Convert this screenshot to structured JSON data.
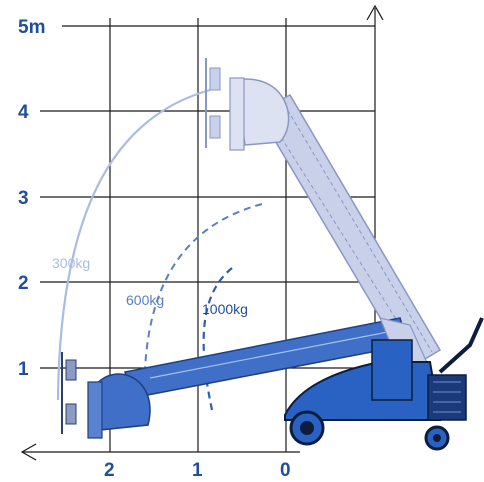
{
  "colors": {
    "grid": "#1a1a1a",
    "axis_text": "#1f4f9a",
    "curve_300": "#a9bde0",
    "curve_600": "#5b7fc4",
    "curve_1000": "#2e5fae",
    "boom_raised": "#c8d0ea",
    "boom_lowered": "#3f6fc6",
    "machine_body": "#2a62c4",
    "machine_dark": "#0d1e3d"
  },
  "axes": {
    "y_labels": [
      "5m",
      "4",
      "3",
      "2",
      "1"
    ],
    "x_labels": [
      "2",
      "1",
      "0"
    ]
  },
  "load_curves": [
    {
      "label": "300kg",
      "style": "solid"
    },
    {
      "label": "600kg",
      "style": "dashed"
    },
    {
      "label": "1000kg",
      "style": "dashed"
    }
  ],
  "icons": {
    "x_arrow": "arrow-left-icon",
    "y_arrow": "arrow-up-icon"
  }
}
